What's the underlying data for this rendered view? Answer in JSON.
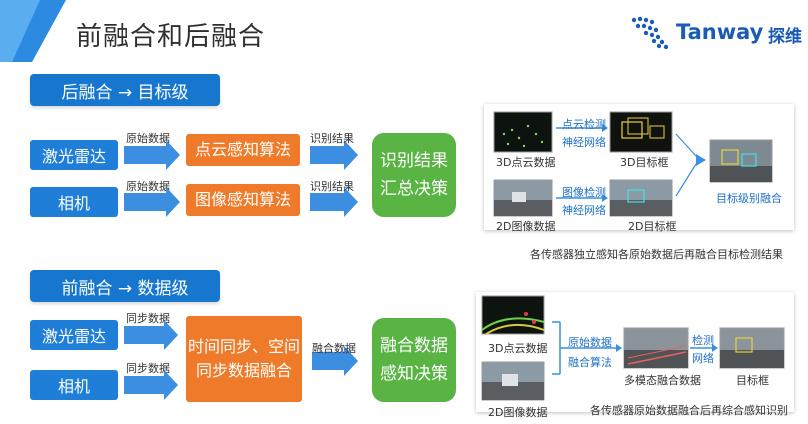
{
  "title": "前融合和后融合",
  "logo": {
    "text": "Tanway",
    "cn": "探维"
  },
  "late": {
    "banner": "后融合 → 目标级",
    "sensor1": "激光雷达",
    "sensor2": "相机",
    "raw1": "原始数据",
    "raw2": "原始数据",
    "algo1": "点云感知算法",
    "algo2": "图像感知算法",
    "res1": "识别结果",
    "res2": "识别结果",
    "decision_line1": "识别结果",
    "decision_line2": "汇总决策",
    "panel": {
      "cloud3d": "3D点云数据",
      "detect_line1": "点云检测",
      "detect_line2": "神经网络",
      "box3d": "3D目标框",
      "img2d": "2D图像数据",
      "img_detect_line1": "图像检测",
      "img_detect_line2": "神经网络",
      "box2d": "2D目标框",
      "fusion": "目标级别融合",
      "caption": "各传感器独立感知各原始数据后再融合目标检测结果"
    }
  },
  "early": {
    "banner": "前融合 → 数据级",
    "sensor1": "激光雷达",
    "sensor2": "相机",
    "sync1": "同步数据",
    "sync2": "同步数据",
    "algo_line1": "时间同步、空间",
    "algo_line2": "同步数据融合",
    "fused": "融合数据",
    "decision_line1": "融合数据",
    "decision_line2": "感知决策",
    "panel": {
      "cloud3d": "3D点云数据",
      "img2d": "2D图像数据",
      "raw_line1": "原始数据",
      "raw_line2": "融合算法",
      "multimodal": "多模态融合数据",
      "detect_line1": "检测",
      "detect_line2": "网络",
      "box": "目标框",
      "caption": "各传感器原始数据融合后再综合感知识别"
    }
  },
  "colors": {
    "banner": "#1777cf",
    "sensor": "#1e7ed8",
    "algo": "#ef7b2a",
    "decision": "#59b444",
    "arrow": "#3c8ee0"
  }
}
